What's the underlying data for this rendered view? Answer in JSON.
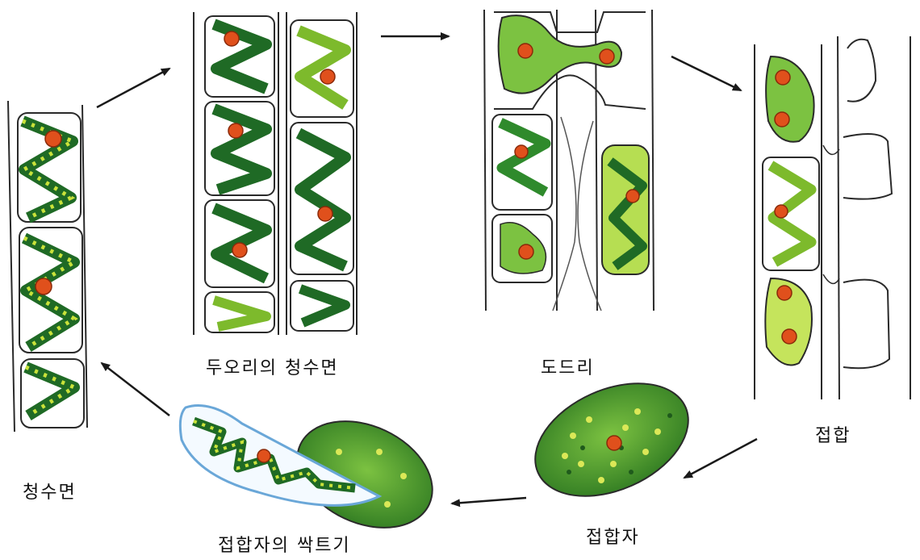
{
  "labels": {
    "spirogyra": "청수면",
    "two_row_spirogyra": "두오리의 청수면",
    "bridge": "도드리",
    "conjugation": "접합",
    "zygote": "접합자",
    "zygote_germination": "접합자의 싹트기"
  },
  "colors": {
    "outline": "#2a2a2a",
    "cytoplasm_light": "#a7d64a",
    "cytoplasm_mid": "#5fae2e",
    "chloroplast_dark": "#1f6a25",
    "chloroplast_light": "#c9e23a",
    "nucleus": "#e0501c",
    "nucleus_outline": "#8a2a0a",
    "zygote_fill": "#4f9a2c",
    "germ_tube": "#8fc1e8"
  },
  "icons": [
    "arrow-icon"
  ]
}
